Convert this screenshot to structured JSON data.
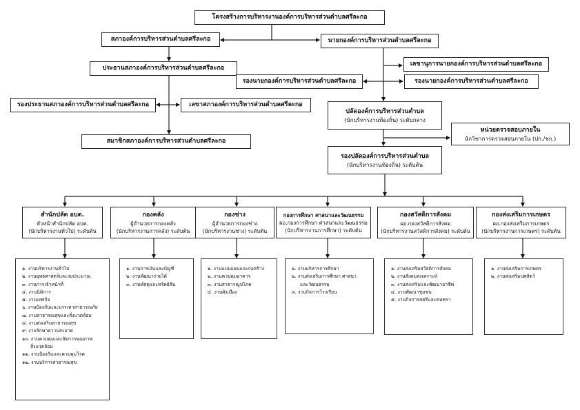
{
  "title": "โครงสร้างการบริหารงานองค์การบริหารส่วนตำบลศรีละกอ",
  "council": {
    "name": "สภาองค์การบริหารส่วนตำบลศรีละกอ",
    "chair": "ประธานสภาองค์การบริหารส่วนตำบลศรีละกอ",
    "vice_chair": "รองประธานสภาองค์การบริหารส่วนตำบลศรีละกอ",
    "secretary": "เลขาสภาองค์การบริหารส่วนตำบลศรีละกอ",
    "members": "สมาชิกสภาองค์การบริหารส่วนตำบลศรีละกอ"
  },
  "executive": {
    "mayor": "นายกองค์การบริหารส่วนตำบลศรีละกอ",
    "secretary": "เลขานุการนายกองค์การบริหารส่วนตำบลศรีละกอ",
    "deputy_left": "รองนายกองค์การบริหารส่วนตำบลศรีละกอ",
    "deputy_right": "รองนายกองค์การบริหารส่วนตำบลศรีละกอ",
    "clerk": [
      "ปลัดองค์การบริหารส่วนตำบล",
      "(นักบริหารงานท้องถิ่น) ระดับกลาง"
    ],
    "audit": [
      "หน่วยตรวจสอบภายใน",
      "นักวิชาการตรวจสอบภายใน  (ปก./ชก.)"
    ],
    "deputy_clerk": [
      "รองปลัดองค์การบริหารส่วนตำบล",
      "(นักบริหารงานท้องถิ่น) ระดับต้น"
    ]
  },
  "departments": [
    {
      "name": "สำนักปลัด อบต.",
      "lines": [
        "หัวหน้าสำนักปลัด อบต.",
        "(นักบริหารงานทั่วไป) ระดับต้น"
      ],
      "tasks": [
        "๑. งานบริหารงานทั่วไป",
        "๒. งานยุทธศาสตร์และงบประมาณ",
        "๓. งานการเจ้าหน้าที่",
        "๔. งานนิติการ",
        "๕. งานเทศกิจ",
        "๖. งานป้องกันและบรรเทาสาธารณภัย",
        "๗. งานสาธารณสุขและสิ่งแวดล้อม",
        "๘. งานส่งเสริมสาธารณสุข",
        "๙. งานรักษาความสะอาด",
        "๑๐. งานควบคุมและจัดการคุณภาพ",
        "สิ่งแวดล้อม",
        "๑๑. งานป้องกันและควบคุมโรค",
        "๑๒. งานบริการสาธารณสุข"
      ]
    },
    {
      "name": "กองคลัง",
      "lines": [
        "ผู้อำนวยการกองคลัง",
        "(นักบริหารงานการคลัง) ระดับต้น"
      ],
      "tasks": [
        "๑. งานการเงินและบัญชี",
        "๒. งานพัฒนารายได้",
        "๓. งานพัสดุและทรัพย์สิน"
      ]
    },
    {
      "name": "กองช่าง",
      "lines": [
        "ผู้อำนวยการกองช่าง",
        "(นักบริหารงานช่าง) ระดับต้น"
      ],
      "tasks": [
        "๑. งานแบบแผนและก่อสร้าง",
        "๒. งานควบคุมอาคาร",
        "๓. งานสาธารณูปโภค",
        "๔. งานผังเมือง"
      ]
    },
    {
      "name": "กองการศึกษา ศาสนาและวัฒนธรรม",
      "lines": [
        "ผอ.กองการศึกษา ศาสนาและวัฒนธรรม",
        "(นักบริหารงานการศึกษา) ระดับต้น"
      ],
      "tasks": [
        "๑. งานบริหารการศึกษา",
        "๒. งานส่งเสริมการศึกษา ศาสนา",
        "และวัฒนธรรม",
        "๓. งานกิจการโรงเรียน"
      ]
    },
    {
      "name": "กองสวัสดิการสังคม",
      "lines": [
        "ผอ.กองสวัสดิการสังคม",
        "(นักบริหารงานสวัสดิการสังคม) ระดับต้น"
      ],
      "tasks": [
        "๑. งานส่งเสริมสวัสดิการสังคม",
        "๒. งานสังคมสงเคราะห์",
        "๓. งานส่งเสริมและพัฒนาอาชีพ",
        "๔. งานพัฒนาชุมชน",
        "๕. งานกิจการสตรีและคนชรา"
      ]
    },
    {
      "name": "กองส่งเสริมการเกษตร",
      "lines": [
        "ผอ.กองส่งเสริมการเกษตร",
        "(นักบริหารงานการเกษตร) ระดับต้น"
      ],
      "tasks": [
        "๑. งานส่งเสริมการเกษตร",
        "๒. งานส่งเสริมปศุสัตว์"
      ]
    }
  ]
}
